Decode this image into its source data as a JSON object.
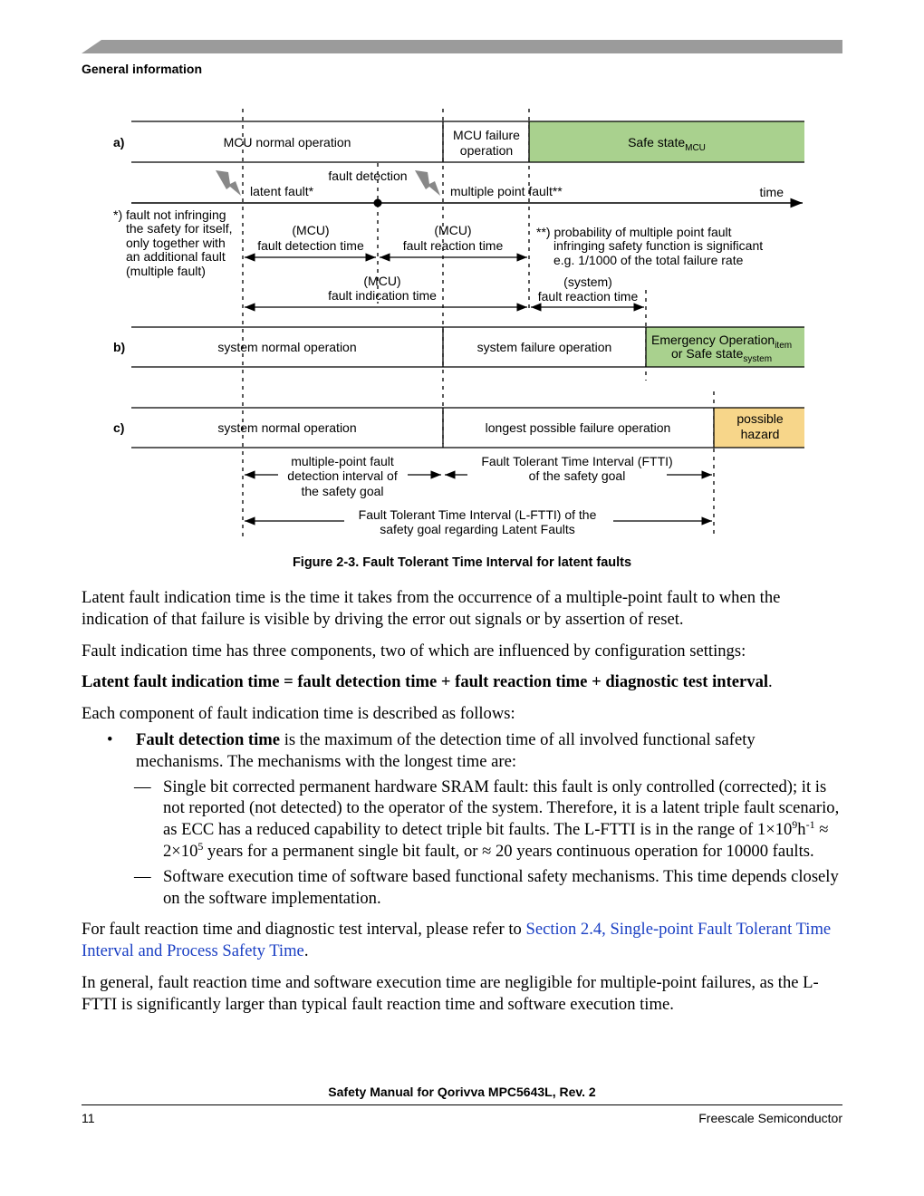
{
  "header": {
    "section": "General information"
  },
  "diagram": {
    "row_a": {
      "label": "a)",
      "normal": "MCU normal operation",
      "failure_line1": "MCU failure",
      "failure_line2": "operation",
      "safe": "Safe state",
      "safe_sub": "MCU"
    },
    "timeline": {
      "fault_detection": "fault detection",
      "latent_fault": "latent fault*",
      "multiple_point_fault": "multiple point fault**",
      "time": "time"
    },
    "note_a_lines": [
      "*) fault not infringing",
      "the safety for itself,",
      "only together with",
      "an additional fault",
      "(multiple fault)"
    ],
    "note_b_lines": [
      "**) probability of multiple point fault",
      "infringing safety function is significant",
      "e.g. 1/1000 of the total failure rate"
    ],
    "mcu_fdt": [
      "(MCU)",
      "fault detection time"
    ],
    "mcu_frt": [
      "(MCU)",
      "fault reaction time"
    ],
    "mcu_fit": [
      "(MCU)",
      "fault indication time"
    ],
    "sys_frt": [
      "(system)",
      "fault reaction time"
    ],
    "row_b": {
      "label": "b)",
      "normal": "system normal operation",
      "failure": "system failure operation",
      "emergency": "Emergency Operation",
      "emergency_sub": "item",
      "or_safe": "or Safe state",
      "or_safe_sub": "system"
    },
    "row_c": {
      "label": "c)",
      "normal": "system normal operation",
      "failure": "longest possible failure operation",
      "hazard_line1": "possible",
      "hazard_line2": "hazard"
    },
    "mpf_interval": [
      "multiple-point fault",
      "detection interval of",
      "the safety goal"
    ],
    "ftti": [
      "Fault Tolerant Time Interval (FTTI)",
      "of the safety goal"
    ],
    "lftti": [
      "Fault Tolerant Time Interval (L-FTTI) of the",
      "safety goal regarding Latent Faults"
    ],
    "colors": {
      "safe_green": "#a9d18e",
      "hazard_yellow": "#f7d68a",
      "header_gray": "#9b9b9b"
    }
  },
  "caption": "Figure 2-3. Fault Tolerant Time Interval for latent faults",
  "body": {
    "p1": "Latent fault indication time is the time it takes from the occurrence of a multiple-point fault to when the indication of that failure is visible by driving the error out signals or by assertion of reset.",
    "p2": "Fault indication time has three components, two of which are influenced by configuration settings:",
    "p3_bold": "Latent fault indication time = fault detection time + fault reaction time + diagnostic test interval",
    "p3_end": ".",
    "p4": "Each component of fault indication time is described as follows:",
    "bullet_mark": "•",
    "bullet1_bold": "Fault detection time",
    "bullet1_rest": " is the maximum of the detection time of all involved functional safety mechanisms. The mechanisms with the longest time are:",
    "dash_mark": "—",
    "dash1_a": "Single bit corrected permanent hardware SRAM fault: this fault is only controlled (corrected); it is not reported (not detected) to the operator of the system. Therefore, it is a latent triple fault scenario, as ECC has a reduced capability to detect triple bit faults. The L-FTTI is in the range of 1×10",
    "dash1_sup1": "9",
    "dash1_b": "h",
    "dash1_sup2": "-1",
    "dash1_c": " ≈ 2×10",
    "dash1_sup3": "5",
    "dash1_d": " years for a permanent single bit fault, or ≈ 20 years continuous operation for 10000 faults.",
    "dash2": "Software execution time of software based functional safety mechanisms. This time depends closely on the software implementation.",
    "p5_start": "For fault reaction time and diagnostic test interval, please refer to ",
    "p5_link": "Section 2.4, Single-point Fault Tolerant Time Interval and Process Safety Time",
    "p5_end": ".",
    "p6": "In general, fault reaction time and software execution time are negligible for multiple-point failures, as the L-FTTI is significantly larger than typical fault reaction time and software execution time."
  },
  "footer": {
    "title": "Safety Manual for Qorivva MPC5643L, Rev. 2",
    "page": "11",
    "company": "Freescale Semiconductor"
  }
}
